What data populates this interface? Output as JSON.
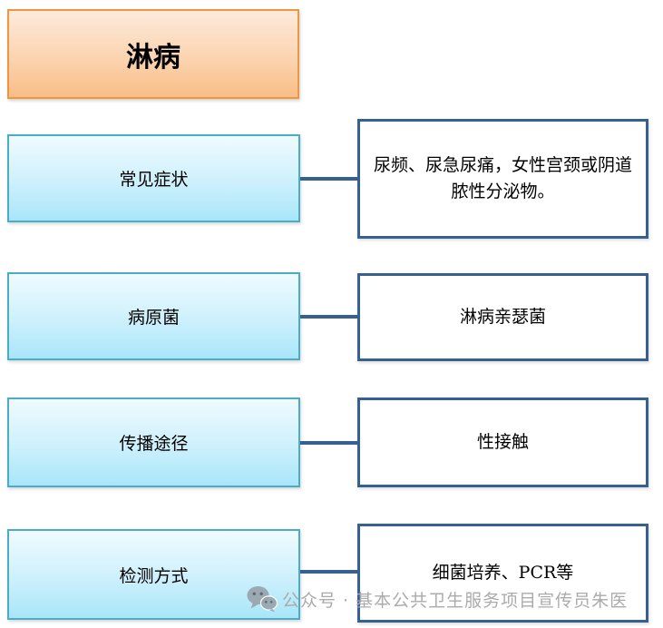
{
  "title": "淋病",
  "rows": [
    {
      "label": "常见症状",
      "content": "尿频、尿急尿痛，女性宫颈或阴道脓性分泌物。"
    },
    {
      "label": "病原菌",
      "content": "淋病亲瑟菌"
    },
    {
      "label": "传播途径",
      "content": "性接触"
    },
    {
      "label": "检测方式",
      "content": "细菌培养、PCR等"
    }
  ],
  "watermark": {
    "icon": "wechat-icon",
    "text": "公众号 · 基本公共卫生服务项目宣传员朱医"
  },
  "colors": {
    "title_border": "#ed9742",
    "title_grad_top": "#fdeadb",
    "title_grad_bottom": "#f9bd87",
    "label_border": "#4bacc6",
    "label_grad_top": "#effbff",
    "label_grad_bottom": "#a8e6fa",
    "content_border": "#36608f",
    "connector": "#36608f",
    "text": "#000000",
    "watermark_gray": "#ababab"
  }
}
